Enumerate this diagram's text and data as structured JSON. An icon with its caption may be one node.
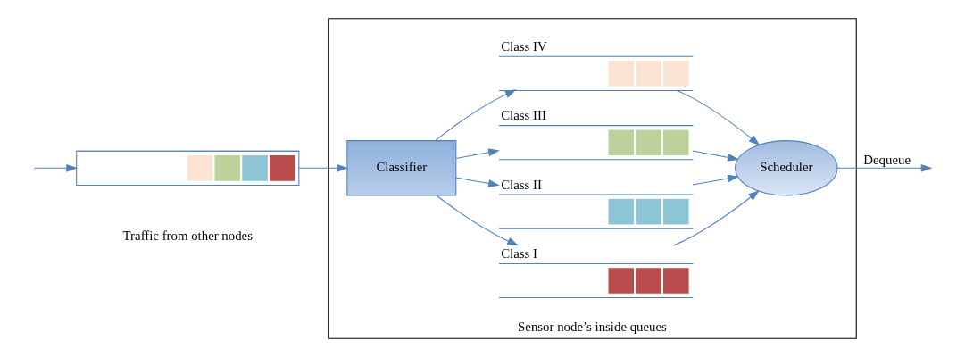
{
  "diagram": {
    "nodes": [
      {
        "text": [],
        "shape": "box",
        "beside": [
          "Traffic from other nodes"
        ]
      },
      {
        "text": [
          "Sensor node’s inside queues"
        ]
      },
      {
        "text": [
          "Classifier"
        ],
        "in": 1
      },
      {
        "text": [
          "Class I"
        ],
        "in": 1
      },
      {
        "text": [
          "Class II"
        ],
        "in": 1
      },
      {
        "text": [
          "Class III"
        ],
        "in": 1
      },
      {
        "text": [
          "Class IV"
        ],
        "in": 1
      },
      {
        "text": [
          "Scheduler"
        ],
        "in": 1
      }
    ],
    "edges": [
      {
        "from": null,
        "to": 0,
        "arrow": "to"
      },
      {
        "from": 0,
        "to": 2,
        "arrow": "to"
      },
      {
        "from": 2,
        "to": 3,
        "arrow": "to"
      },
      {
        "from": 2,
        "to": 4,
        "arrow": "to"
      },
      {
        "from": 2,
        "to": 5,
        "arrow": "to"
      },
      {
        "from": 2,
        "to": 6,
        "arrow": "to"
      },
      {
        "from": 3,
        "to": 7,
        "arrow": "to"
      },
      {
        "from": 4,
        "to": 7,
        "arrow": "to"
      },
      {
        "from": 5,
        "to": 7,
        "arrow": "to"
      },
      {
        "from": 6,
        "to": 7,
        "arrow": "to"
      },
      {
        "from": 7,
        "to": null,
        "arrow": "to",
        "label": "Dequeue"
      }
    ]
  }
}
